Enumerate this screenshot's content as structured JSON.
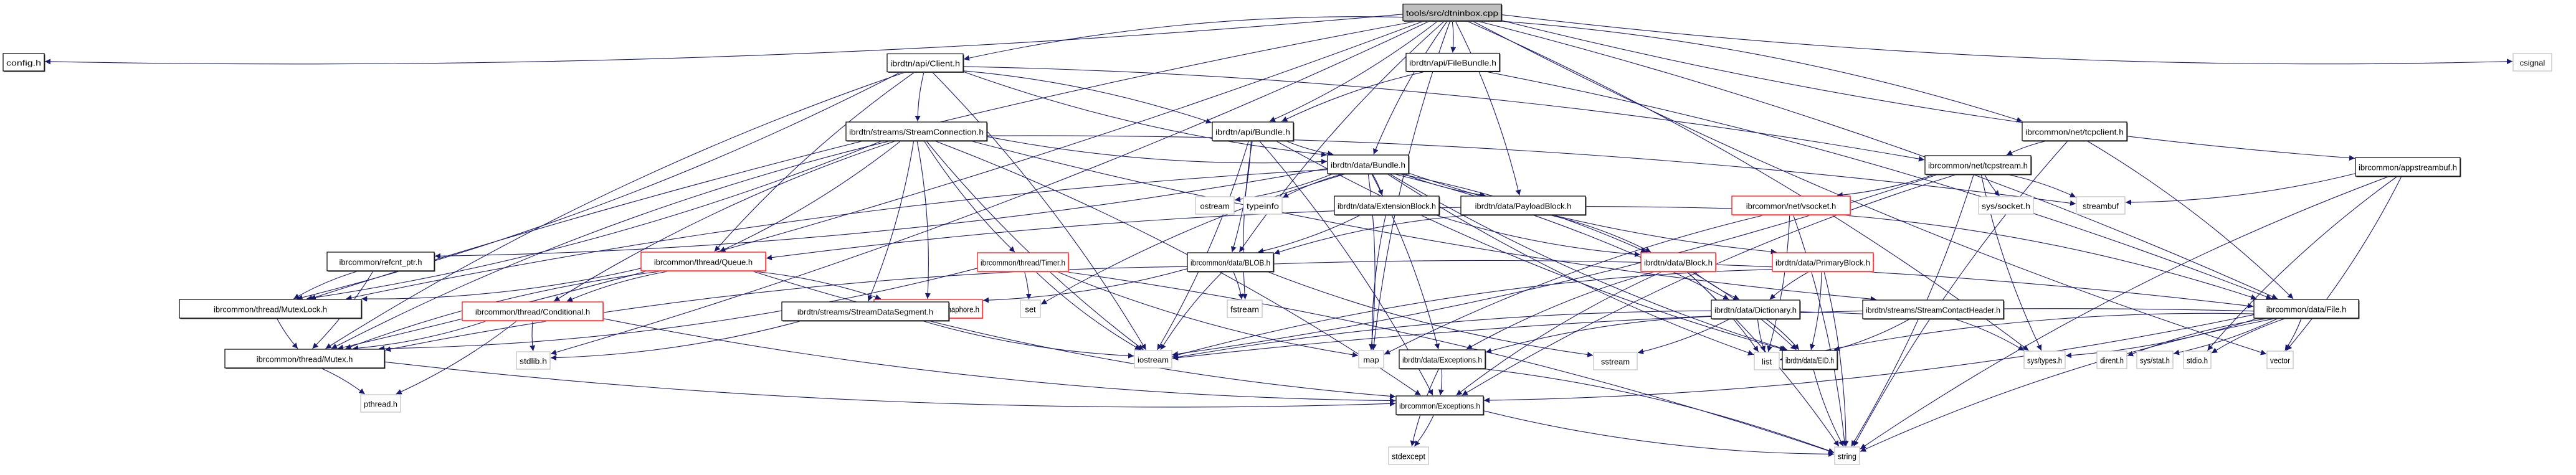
{
  "title": "tools/src/dtninbox.cpp",
  "colors": {
    "edge": "#191970",
    "root_fill": "#bfbfbf",
    "root_border": "#000000",
    "documented_border": "#000000",
    "truncated_border": "#ff0000",
    "external_border": "#bfbfbf",
    "node_fill": "#ffffff"
  },
  "legend_kinds": [
    "root",
    "documented",
    "truncated",
    "external"
  ],
  "nodes": [
    {
      "id": "root",
      "label": "tools/src/dtninbox.cpp",
      "kind": "root"
    },
    {
      "id": "config",
      "label": "config.h",
      "kind": "documented"
    },
    {
      "id": "client",
      "label": "ibrdtn/api/Client.h",
      "kind": "documented"
    },
    {
      "id": "filebundle",
      "label": "ibrdtn/api/FileBundle.h",
      "kind": "documented"
    },
    {
      "id": "csignal",
      "label": "csignal",
      "kind": "external"
    },
    {
      "id": "streamconn",
      "label": "ibrdtn/streams/StreamConnection.h",
      "kind": "documented"
    },
    {
      "id": "apibundle",
      "label": "ibrdtn/api/Bundle.h",
      "kind": "documented"
    },
    {
      "id": "tcpclient",
      "label": "ibrcommon/net/tcpclient.h",
      "kind": "documented"
    },
    {
      "id": "appstreambuf",
      "label": "ibrcommon/appstreambuf.h",
      "kind": "documented"
    },
    {
      "id": "databundle",
      "label": "ibrdtn/data/Bundle.h",
      "kind": "documented"
    },
    {
      "id": "tcpstream",
      "label": "ibrcommon/net/tcpstream.h",
      "kind": "documented"
    },
    {
      "id": "ostream",
      "label": "ostream",
      "kind": "external"
    },
    {
      "id": "typeinfo",
      "label": "typeinfo",
      "kind": "external"
    },
    {
      "id": "extblock",
      "label": "ibrdtn/data/ExtensionBlock.h",
      "kind": "documented"
    },
    {
      "id": "payloadblock",
      "label": "ibrdtn/data/PayloadBlock.h",
      "kind": "documented"
    },
    {
      "id": "vsocket",
      "label": "ibrcommon/net/vsocket.h",
      "kind": "truncated"
    },
    {
      "id": "syssocket",
      "label": "sys/socket.h",
      "kind": "external"
    },
    {
      "id": "streambuf",
      "label": "streambuf",
      "kind": "external"
    },
    {
      "id": "refcnt",
      "label": "ibrcommon/refcnt_ptr.h",
      "kind": "documented"
    },
    {
      "id": "queue",
      "label": "ibrcommon/thread/Queue.h",
      "kind": "truncated"
    },
    {
      "id": "timer",
      "label": "ibrcommon/thread/Timer.h",
      "kind": "truncated"
    },
    {
      "id": "blob",
      "label": "ibrcommon/data/BLOB.h",
      "kind": "documented"
    },
    {
      "id": "block",
      "label": "ibrdtn/data/Block.h",
      "kind": "truncated"
    },
    {
      "id": "primaryblock",
      "label": "ibrdtn/data/PrimaryBlock.h",
      "kind": "truncated"
    },
    {
      "id": "mutexlock",
      "label": "ibrcommon/thread/MutexLock.h",
      "kind": "documented"
    },
    {
      "id": "semaphore",
      "label": "ibrcommon/thread/Semaphore.h",
      "kind": "truncated"
    },
    {
      "id": "set",
      "label": "set",
      "kind": "external"
    },
    {
      "id": "fstream",
      "label": "fstream",
      "kind": "external"
    },
    {
      "id": "dictionary",
      "label": "ibrdtn/data/Dictionary.h",
      "kind": "documented"
    },
    {
      "id": "contactheader",
      "label": "ibrdtn/streams/StreamContactHeader.h",
      "kind": "documented"
    },
    {
      "id": "file",
      "label": "ibrcommon/data/File.h",
      "kind": "documented"
    },
    {
      "id": "conditional",
      "label": "ibrcommon/thread/Conditional.h",
      "kind": "truncated"
    },
    {
      "id": "datasegment",
      "label": "ibrdtn/streams/StreamDataSegment.h",
      "kind": "documented"
    },
    {
      "id": "mutex",
      "label": "ibrcommon/thread/Mutex.h",
      "kind": "documented"
    },
    {
      "id": "stdlib",
      "label": "stdlib.h",
      "kind": "external"
    },
    {
      "id": "iostream",
      "label": "iostream",
      "kind": "external"
    },
    {
      "id": "map",
      "label": "map",
      "kind": "external"
    },
    {
      "id": "dataexceptions",
      "label": "ibrdtn/data/Exceptions.h",
      "kind": "documented"
    },
    {
      "id": "sstream",
      "label": "sstream",
      "kind": "external"
    },
    {
      "id": "list",
      "label": "list",
      "kind": "external"
    },
    {
      "id": "eid",
      "label": "ibrdtn/data/EID.h",
      "kind": "documented"
    },
    {
      "id": "systypes",
      "label": "sys/types.h",
      "kind": "external"
    },
    {
      "id": "dirent",
      "label": "dirent.h",
      "kind": "external"
    },
    {
      "id": "sysstat",
      "label": "sys/stat.h",
      "kind": "external"
    },
    {
      "id": "stdio",
      "label": "stdio.h",
      "kind": "external"
    },
    {
      "id": "vector",
      "label": "vector",
      "kind": "external"
    },
    {
      "id": "pthread",
      "label": "pthread.h",
      "kind": "external"
    },
    {
      "id": "commonexceptions",
      "label": "ibrcommon/Exceptions.h",
      "kind": "documented"
    },
    {
      "id": "stdexcept",
      "label": "stdexcept",
      "kind": "external"
    },
    {
      "id": "string",
      "label": "string",
      "kind": "external"
    }
  ],
  "edges": [
    [
      "root",
      "config"
    ],
    [
      "root",
      "client"
    ],
    [
      "root",
      "filebundle"
    ],
    [
      "root",
      "csignal"
    ],
    [
      "root",
      "apibundle"
    ],
    [
      "root",
      "databundle"
    ],
    [
      "root",
      "tcpclient"
    ],
    [
      "root",
      "appstreambuf"
    ],
    [
      "root",
      "payloadblock"
    ],
    [
      "root",
      "blob"
    ],
    [
      "root",
      "file"
    ],
    [
      "root",
      "mutexlock"
    ],
    [
      "root",
      "mutex"
    ],
    [
      "root",
      "map"
    ],
    [
      "root",
      "systypes"
    ],
    [
      "root",
      "vector"
    ],
    [
      "root",
      "stdlib"
    ],
    [
      "client",
      "streamconn"
    ],
    [
      "client",
      "apibundle"
    ],
    [
      "client",
      "databundle"
    ],
    [
      "client",
      "tcpstream"
    ],
    [
      "client",
      "queue"
    ],
    [
      "client",
      "mutexlock"
    ],
    [
      "client",
      "mutex"
    ],
    [
      "client",
      "iostream"
    ],
    [
      "filebundle",
      "apibundle"
    ],
    [
      "filebundle",
      "file"
    ],
    [
      "streamconn",
      "databundle"
    ],
    [
      "streamconn",
      "queue"
    ],
    [
      "streamconn",
      "timer"
    ],
    [
      "streamconn",
      "mutexlock"
    ],
    [
      "streamconn",
      "mutex"
    ],
    [
      "streamconn",
      "datasegment"
    ],
    [
      "streamconn",
      "contactheader"
    ],
    [
      "streamconn",
      "streambuf"
    ],
    [
      "streamconn",
      "iostream"
    ],
    [
      "streamconn",
      "commonexceptions"
    ],
    [
      "streamconn",
      "conditional"
    ],
    [
      "streamconn",
      "semaphore"
    ],
    [
      "apibundle",
      "databundle"
    ],
    [
      "apibundle",
      "blob"
    ],
    [
      "apibundle",
      "eid"
    ],
    [
      "apibundle",
      "iostream"
    ],
    [
      "apibundle",
      "fstream"
    ],
    [
      "apibundle",
      "commonexceptions"
    ],
    [
      "tcpclient",
      "tcpstream"
    ],
    [
      "tcpclient",
      "file"
    ],
    [
      "tcpclient",
      "string"
    ],
    [
      "appstreambuf",
      "streambuf"
    ],
    [
      "appstreambuf",
      "stdio"
    ],
    [
      "appstreambuf",
      "vector"
    ],
    [
      "appstreambuf",
      "string"
    ],
    [
      "databundle",
      "ostream"
    ],
    [
      "databundle",
      "typeinfo"
    ],
    [
      "databundle",
      "extblock"
    ],
    [
      "databundle",
      "payloadblock"
    ],
    [
      "databundle",
      "block"
    ],
    [
      "databundle",
      "primaryblock"
    ],
    [
      "databundle",
      "dictionary"
    ],
    [
      "databundle",
      "eid"
    ],
    [
      "databundle",
      "refcnt"
    ],
    [
      "databundle",
      "set"
    ],
    [
      "databundle",
      "map"
    ],
    [
      "databundle",
      "list"
    ],
    [
      "databundle",
      "dataexceptions"
    ],
    [
      "databundle",
      "mutexlock"
    ],
    [
      "tcpstream",
      "vsocket"
    ],
    [
      "tcpstream",
      "syssocket"
    ],
    [
      "tcpstream",
      "streambuf"
    ],
    [
      "tcpstream",
      "systypes"
    ],
    [
      "tcpstream",
      "string"
    ],
    [
      "tcpstream",
      "commonexceptions"
    ],
    [
      "tcpstream",
      "iostream"
    ],
    [
      "extblock",
      "block"
    ],
    [
      "extblock",
      "blob"
    ],
    [
      "extblock",
      "map"
    ],
    [
      "payloadblock",
      "block"
    ],
    [
      "payloadblock",
      "blob"
    ],
    [
      "vsocket",
      "file"
    ],
    [
      "vsocket",
      "queue"
    ],
    [
      "vsocket",
      "list"
    ],
    [
      "vsocket",
      "map"
    ],
    [
      "vsocket",
      "string"
    ],
    [
      "refcnt",
      "mutexlock"
    ],
    [
      "refcnt",
      "mutex"
    ],
    [
      "queue",
      "conditional"
    ],
    [
      "queue",
      "mutexlock"
    ],
    [
      "queue",
      "mutex"
    ],
    [
      "queue",
      "semaphore"
    ],
    [
      "queue",
      "commonexceptions"
    ],
    [
      "timer",
      "set"
    ],
    [
      "timer",
      "iostream"
    ],
    [
      "timer",
      "mutex"
    ],
    [
      "timer",
      "map"
    ],
    [
      "timer",
      "string"
    ],
    [
      "blob",
      "mutex"
    ],
    [
      "blob",
      "fstream"
    ],
    [
      "blob",
      "iostream"
    ],
    [
      "blob",
      "file"
    ],
    [
      "blob",
      "sstream"
    ],
    [
      "blob",
      "semaphore"
    ],
    [
      "block",
      "dictionary"
    ],
    [
      "block",
      "eid"
    ],
    [
      "block",
      "dataexceptions"
    ],
    [
      "block",
      "list"
    ],
    [
      "block",
      "commonexceptions"
    ],
    [
      "block",
      "string"
    ],
    [
      "primaryblock",
      "dictionary"
    ],
    [
      "primaryblock",
      "eid"
    ],
    [
      "primaryblock",
      "iostream"
    ],
    [
      "primaryblock",
      "string"
    ],
    [
      "mutexlock",
      "mutex"
    ],
    [
      "dictionary",
      "eid"
    ],
    [
      "dictionary",
      "list"
    ],
    [
      "dictionary",
      "sstream"
    ],
    [
      "dictionary",
      "dataexceptions"
    ],
    [
      "contactheader",
      "eid"
    ],
    [
      "contactheader",
      "iostream"
    ],
    [
      "contactheader",
      "systypes"
    ],
    [
      "file",
      "list"
    ],
    [
      "file",
      "systypes"
    ],
    [
      "file",
      "dirent"
    ],
    [
      "file",
      "sysstat"
    ],
    [
      "file",
      "stdio"
    ],
    [
      "file",
      "vector"
    ],
    [
      "file",
      "string"
    ],
    [
      "file",
      "commonexceptions"
    ],
    [
      "file",
      "iostream"
    ],
    [
      "conditional",
      "mutex"
    ],
    [
      "conditional",
      "stdlib"
    ],
    [
      "conditional",
      "pthread"
    ],
    [
      "conditional",
      "commonexceptions"
    ],
    [
      "datasegment",
      "stdlib"
    ],
    [
      "datasegment",
      "iostream"
    ],
    [
      "mutex",
      "pthread"
    ],
    [
      "mutex",
      "commonexceptions"
    ],
    [
      "dataexceptions",
      "commonexceptions"
    ],
    [
      "dataexceptions",
      "stdexcept"
    ],
    [
      "dataexceptions",
      "string"
    ],
    [
      "eid",
      "string"
    ],
    [
      "commonexceptions",
      "stdexcept"
    ],
    [
      "commonexceptions",
      "string"
    ]
  ]
}
